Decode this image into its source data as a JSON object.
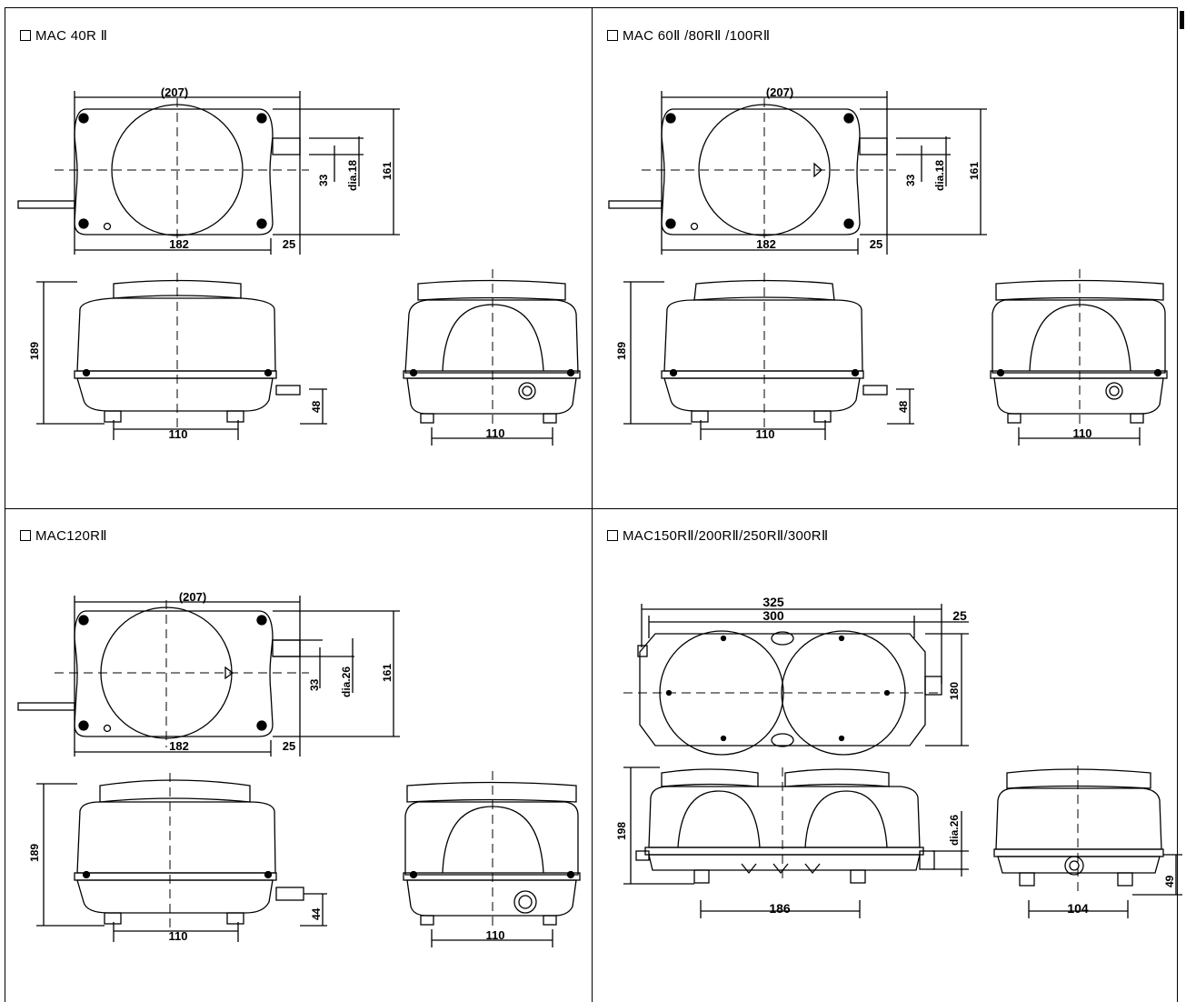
{
  "panels": [
    {
      "title": "MAC 40R Ⅱ",
      "top": {
        "width_overall": "(207)",
        "width_base": "182",
        "outlet_len": "25",
        "outlet_offset": "33",
        "outlet_dia": "dia.18",
        "height": "161"
      },
      "front": {
        "height": "189",
        "outlet_height": "48",
        "feet_span": "110"
      },
      "side": {
        "feet_span": "110"
      }
    },
    {
      "title": "MAC 60Ⅱ /80RⅡ /100RⅡ",
      "top": {
        "width_overall": "(207)",
        "width_base": "182",
        "outlet_len": "25",
        "outlet_offset": "33",
        "outlet_dia": "dia.18",
        "height": "161"
      },
      "front": {
        "height": "189",
        "outlet_height": "48",
        "feet_span": "110"
      },
      "side": {
        "feet_span": "110"
      }
    },
    {
      "title": "MAC120RⅡ",
      "top": {
        "width_overall": "(207)",
        "width_base": "182",
        "outlet_len": "25",
        "outlet_offset": "33",
        "outlet_dia": "dia.26",
        "height": "161"
      },
      "front": {
        "height": "189",
        "outlet_height": "44",
        "feet_span": "110"
      },
      "side": {
        "feet_span": "110"
      }
    },
    {
      "title": "MAC150RⅡ/200RⅡ/250RⅡ/300RⅡ",
      "top": {
        "width_overall": "325",
        "width_base": "300",
        "outlet_len": "25",
        "height": "180"
      },
      "front": {
        "height": "198",
        "outlet_dia": "dia.26",
        "feet_span": "186"
      },
      "side": {
        "outlet_height": "49",
        "feet_span": "104"
      }
    }
  ]
}
